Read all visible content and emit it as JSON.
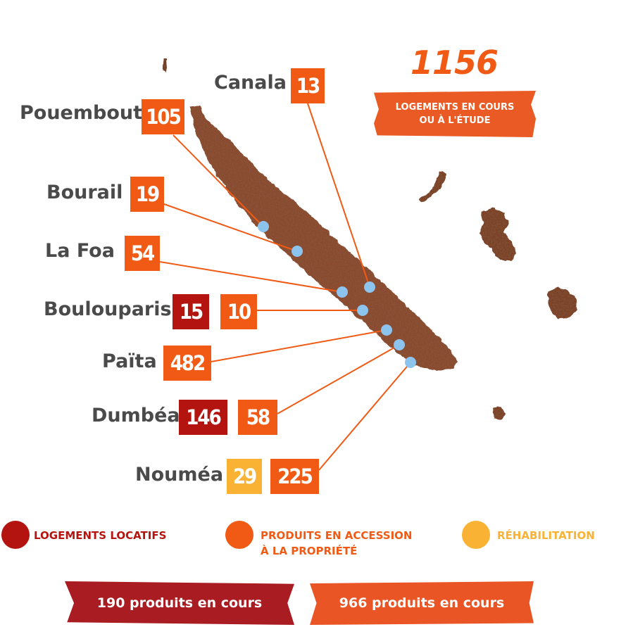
{
  "total": {
    "number": "1156",
    "banner_line1": "LOGEMENTS EN COURS",
    "banner_line2": "OU À L'ÉTUDE"
  },
  "towns": [
    {
      "name": "Canala",
      "values": [
        {
          "value": "13",
          "category": "accession"
        }
      ]
    },
    {
      "name": "Pouembout",
      "values": [
        {
          "value": "105",
          "category": "accession"
        }
      ]
    },
    {
      "name": "Bourail",
      "values": [
        {
          "value": "19",
          "category": "accession"
        }
      ]
    },
    {
      "name": "La Foa",
      "values": [
        {
          "value": "54",
          "category": "accession"
        }
      ]
    },
    {
      "name": "Boulouparis",
      "values": [
        {
          "value": "15",
          "category": "locatif"
        },
        {
          "value": "10",
          "category": "accession"
        }
      ]
    },
    {
      "name": "Païta",
      "values": [
        {
          "value": "482",
          "category": "accession"
        }
      ]
    },
    {
      "name": "Dumbéa",
      "values": [
        {
          "value": "146",
          "category": "locatif"
        },
        {
          "value": "58",
          "category": "accession"
        }
      ]
    },
    {
      "name": "Nouméa",
      "values": [
        {
          "value": "29",
          "category": "rehabilitation"
        },
        {
          "value": "225",
          "category": "accession"
        }
      ]
    }
  ],
  "legend": {
    "locatif": {
      "label": "LOGEMENTS LOCATIFS",
      "color": "#b4140f"
    },
    "accession_line1": "PRODUITS EN ACCESSION",
    "accession_line2": "À LA PROPRIÉTÉ",
    "accession_color": "#f05a14",
    "rehabilitation": {
      "label": "RÉHABILITATION",
      "color": "#f9b233"
    }
  },
  "footer": {
    "left": "190 produits en cours",
    "right": "966 produits en cours"
  },
  "colors": {
    "land": "#8a4a2e",
    "land_dark": "#5e2f1a",
    "marker": "#8cc4ee",
    "leader_line": "#f05a14",
    "label_text": "#4a4a4a"
  }
}
